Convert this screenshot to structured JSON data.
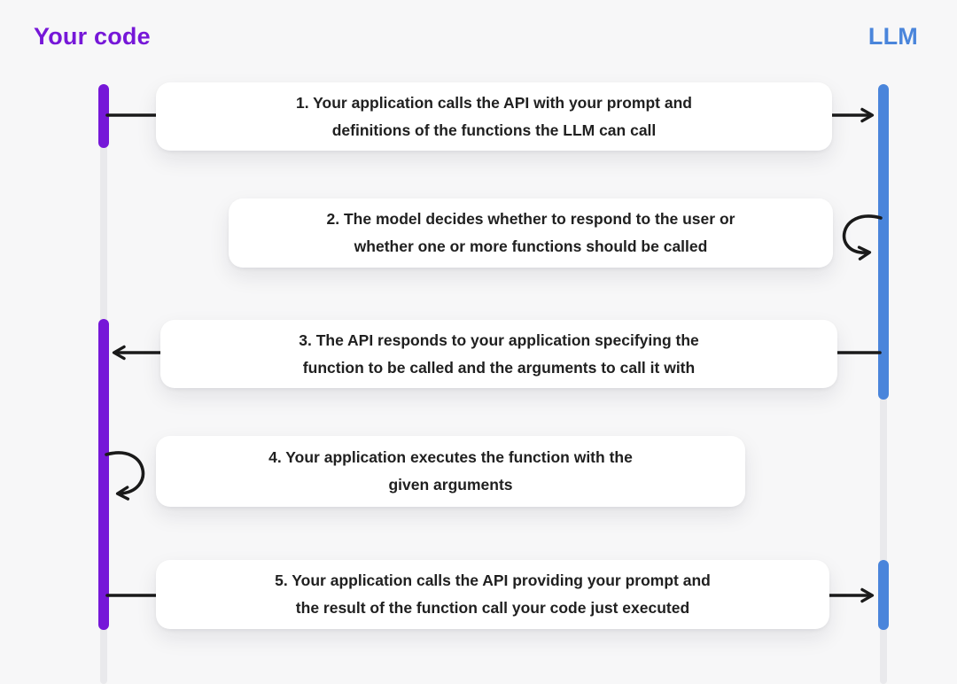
{
  "title": "LLM function calling sequence diagram",
  "header": {
    "left_label": "Your code",
    "right_label": "LLM"
  },
  "actors": [
    {
      "id": "your-code",
      "label": "Your code",
      "color": "#7617D8",
      "side": "left"
    },
    {
      "id": "llm",
      "label": "LLM",
      "color": "#4A85DB",
      "side": "right"
    }
  ],
  "steps": [
    {
      "number": 1,
      "from": "your-code",
      "to": "llm",
      "arrow": "to-llm",
      "line1": "1. Your application calls the API with your prompt and",
      "line2": "definitions of the functions the LLM can call"
    },
    {
      "number": 2,
      "from": "llm",
      "to": "llm",
      "arrow": "self-llm",
      "line1": "2. The model decides whether to respond to the user or",
      "line2": "whether one or more functions should be called"
    },
    {
      "number": 3,
      "from": "llm",
      "to": "your-code",
      "arrow": "to-your-code",
      "line1": "3. The API responds to your application specifying the",
      "line2": "function to be called and the arguments to call it with"
    },
    {
      "number": 4,
      "from": "your-code",
      "to": "your-code",
      "arrow": "self-your-code",
      "line1": "4. Your application executes the function with the",
      "line2": "given  arguments"
    },
    {
      "number": 5,
      "from": "your-code",
      "to": "llm",
      "arrow": "to-llm",
      "line1": "5. Your application calls the API providing your prompt and",
      "line2": "the result of the function call your code just executed"
    }
  ],
  "colors": {
    "purple": "#7617D8",
    "blue": "#4A85DB",
    "arrow": "#1A1A1A",
    "background": "#F7F7F8",
    "lifeline": "#E9E9EC",
    "box_background": "#FFFFFF",
    "text": "#202020"
  }
}
